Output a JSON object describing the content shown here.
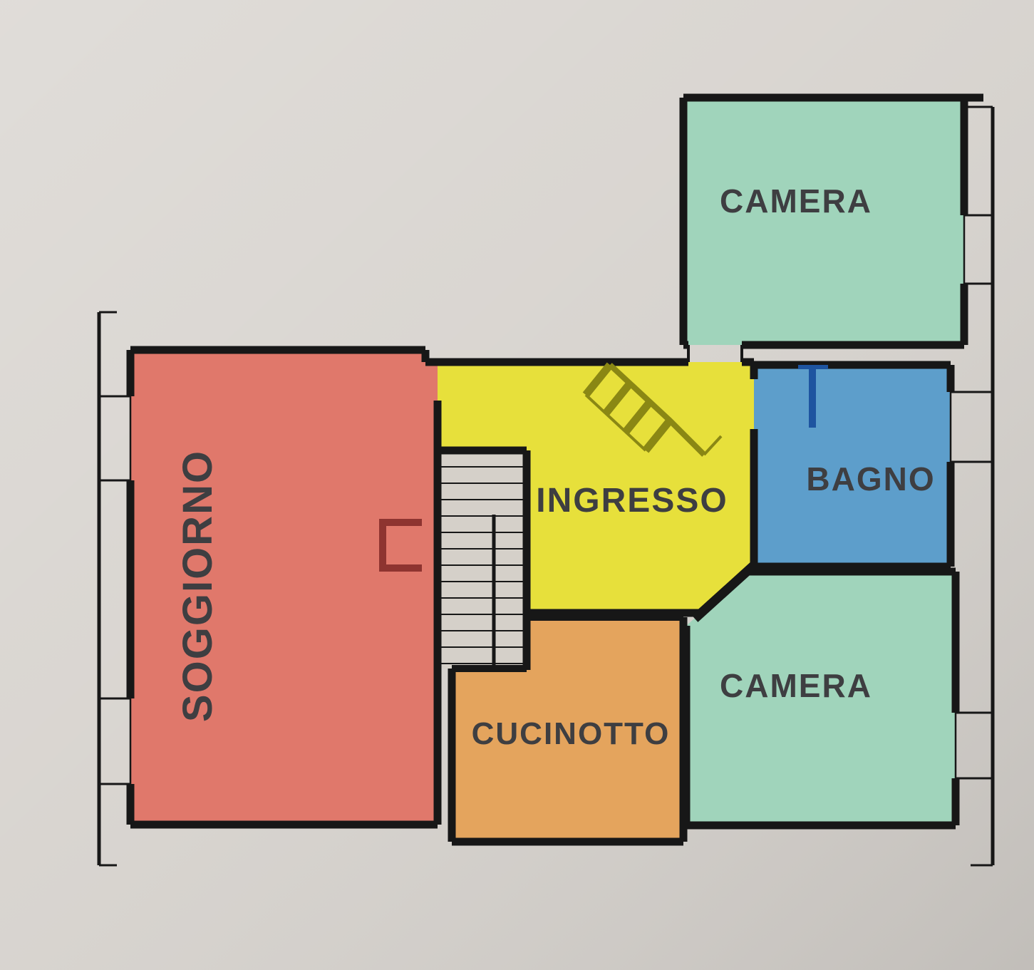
{
  "diagram": {
    "type": "floor-plan",
    "language": "it"
  },
  "colors": {
    "background": "#d7d3ce",
    "wall": "#171717",
    "label": "#3e3e41",
    "stairwell": "#d5d0c9",
    "stair_symbol": "#8a8714",
    "soggiorno_door": "#8e3430",
    "bagno_door": "#1e54a0"
  },
  "rooms": [
    {
      "id": "camera-top",
      "label": "CAMERA",
      "color": "#a0d4bb"
    },
    {
      "id": "bagno",
      "label": "BAGNO",
      "color": "#5d9ecb"
    },
    {
      "id": "camera-bottom",
      "label": "CAMERA",
      "color": "#a0d4bb"
    },
    {
      "id": "soggiorno",
      "label": "SOGGIORNO",
      "color": "#e0786b"
    },
    {
      "id": "ingresso",
      "label": "INGRESSO",
      "color": "#e7e03b"
    },
    {
      "id": "cucinotto",
      "label": "CUCINOTTO",
      "color": "#e4a45d"
    }
  ]
}
